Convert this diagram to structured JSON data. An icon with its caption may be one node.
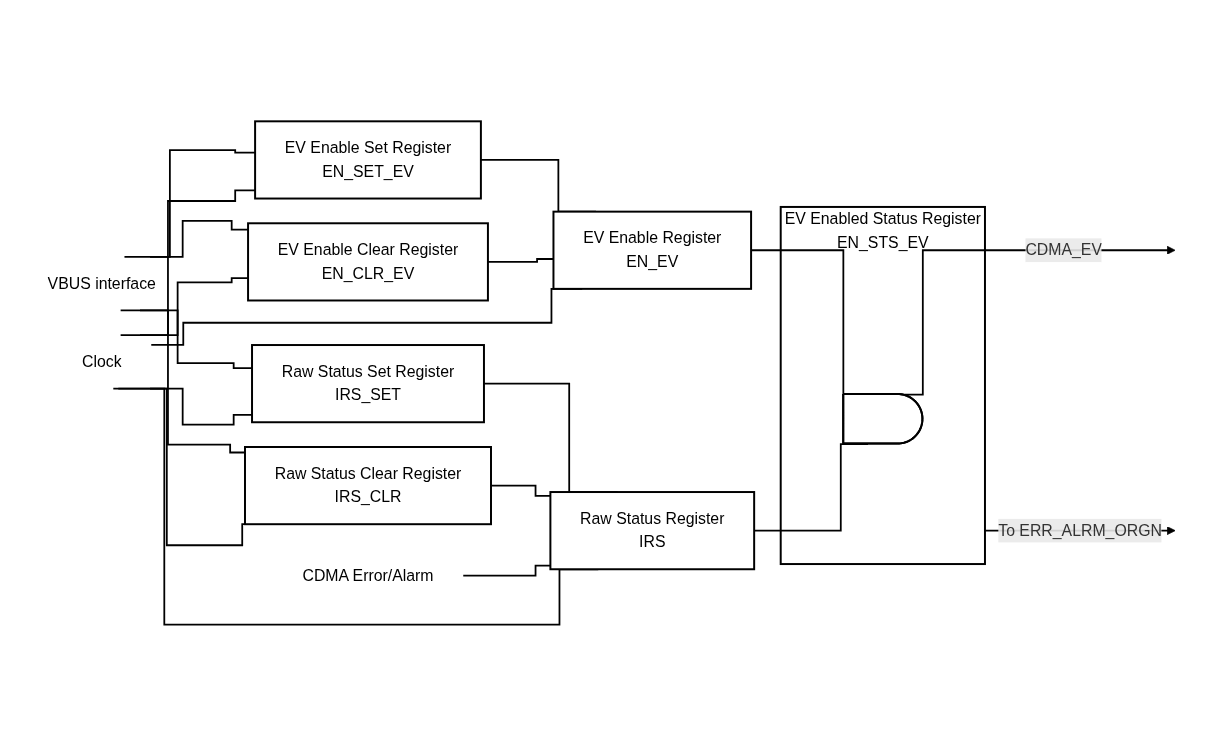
{
  "diagram": {
    "nodes": [
      {
        "text": [
          "EV Enable Set Register",
          "EN_SET_EV"
        ]
      },
      {
        "text": [
          "EV Enable Register",
          "EN_EV"
        ]
      },
      {
        "text": [
          "EV Enable Clear Register",
          "EN_CLR_EV"
        ]
      },
      {
        "text": [
          "Raw Status Set Register",
          "IRS_SET"
        ]
      },
      {
        "text": [
          "Raw Status Register",
          "IRS"
        ]
      },
      {
        "text": [
          "Raw Status Clear Register",
          "IRS_CLR"
        ]
      },
      {
        "text": [
          "EV Enabled Status Register",
          "EN_STS_EV"
        ]
      },
      {
        "text": [],
        "shape": "gate",
        "in": 6
      },
      {
        "text": [
          "CDMA Error/Alarm"
        ]
      },
      {
        "text": [
          "VBUS interface"
        ]
      },
      {
        "text": [
          "Clock"
        ]
      }
    ],
    "edges": [
      {
        "from": 0,
        "to": 1,
        "arrow": "none"
      },
      {
        "from": 2,
        "to": 1,
        "arrow": "none"
      },
      {
        "from": 1,
        "to": 7,
        "arrow": "none"
      },
      {
        "from": 3,
        "to": 4,
        "arrow": "none"
      },
      {
        "from": 5,
        "to": 4,
        "arrow": "none"
      },
      {
        "from": 4,
        "to": 7,
        "arrow": "none"
      },
      {
        "from": 7,
        "to": null,
        "arrow": "to",
        "label": "CDMA_EV"
      },
      {
        "from": 6,
        "to": null,
        "arrow": "to",
        "label": "To ERR_ALRM_ORGN"
      },
      {
        "from": 8,
        "to": 4,
        "arrow": "none"
      },
      {
        "from": 9,
        "to": 0,
        "arrow": "none"
      },
      {
        "from": 9,
        "to": 2,
        "arrow": "none"
      },
      {
        "from": 9,
        "to": 3,
        "arrow": "none"
      },
      {
        "from": 9,
        "to": 5,
        "arrow": "none"
      },
      {
        "from": 10,
        "to": 0,
        "arrow": "none"
      },
      {
        "from": 10,
        "to": 1,
        "arrow": "none"
      },
      {
        "from": 10,
        "to": 2,
        "arrow": "none"
      },
      {
        "from": 10,
        "to": 3,
        "arrow": "none"
      },
      {
        "from": 10,
        "to": 4,
        "arrow": "none"
      },
      {
        "from": 10,
        "to": 5,
        "arrow": "none"
      }
    ]
  }
}
